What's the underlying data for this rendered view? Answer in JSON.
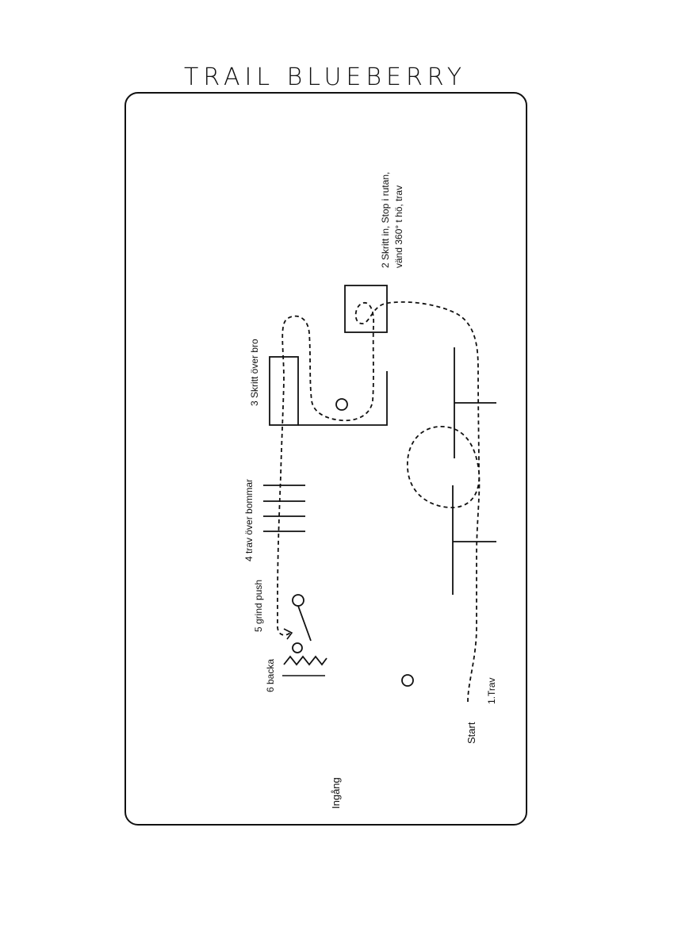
{
  "title": "TRAIL BLUEBERRY",
  "labels": {
    "obstacle1": "1.Trav",
    "obstacle2_line1": "2 Skritt in, Stop i rutan,",
    "obstacle2_line2": "vänd 360° t hö, trav",
    "obstacle3": "3 Skritt över bro",
    "obstacle4": "4 trav över bommar",
    "obstacle5": "5 grind push",
    "obstacle6": "6 backa",
    "start": "Start",
    "entrance": "Ingång"
  },
  "colors": {
    "ink": "#111111",
    "background": "#ffffff"
  }
}
